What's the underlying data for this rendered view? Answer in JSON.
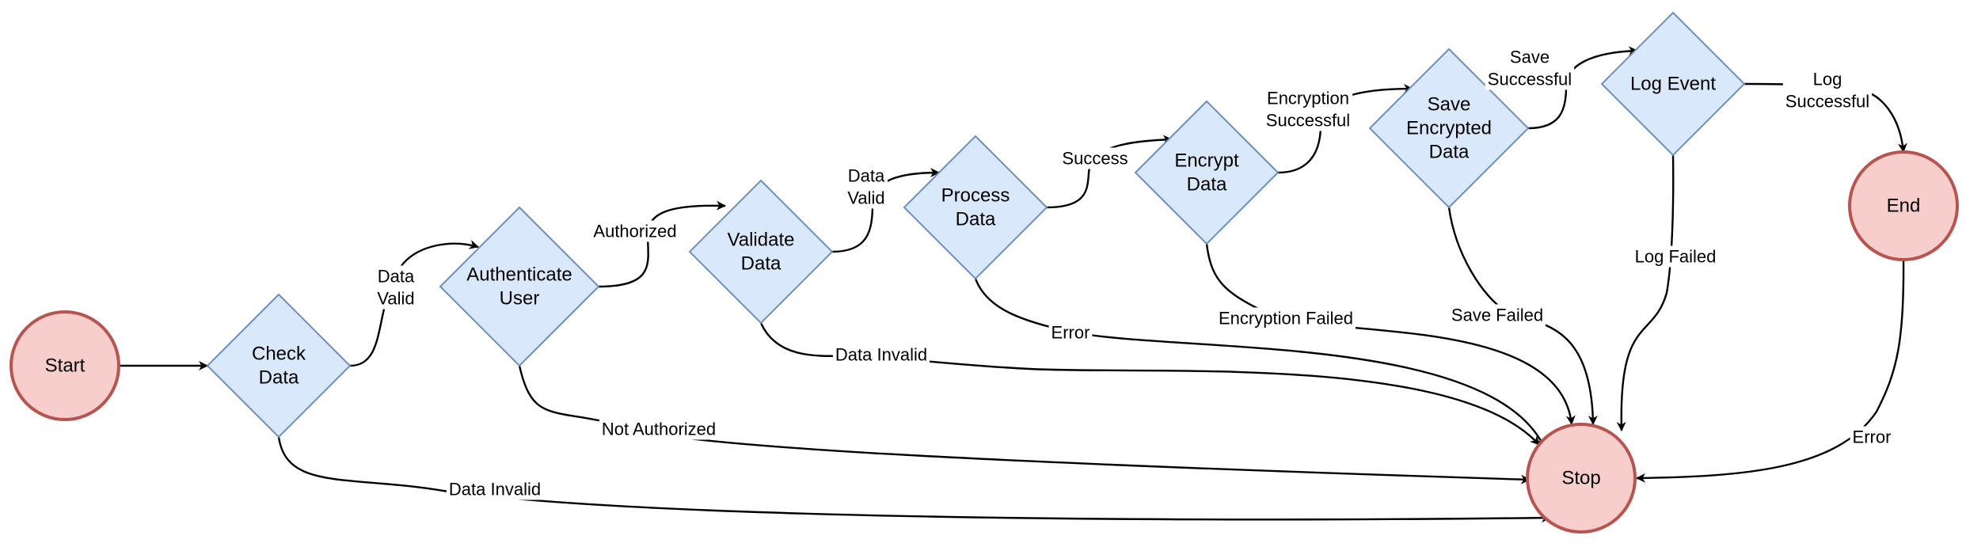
{
  "colors": {
    "terminal_fill": "#f8cecc",
    "terminal_stroke": "#b85450",
    "decision_fill": "#dae8fc",
    "decision_stroke": "#6c8ebf",
    "edge": "#000000"
  },
  "nodes": {
    "start": {
      "label": [
        "Start"
      ],
      "shape": "circle"
    },
    "check_data": {
      "label": [
        "Check",
        "Data"
      ],
      "shape": "diamond"
    },
    "authenticate_user": {
      "label": [
        "Authenticate",
        "User"
      ],
      "shape": "diamond"
    },
    "validate_data": {
      "label": [
        "Validate",
        "Data"
      ],
      "shape": "diamond"
    },
    "process_data": {
      "label": [
        "Process",
        "Data"
      ],
      "shape": "diamond"
    },
    "encrypt_data": {
      "label": [
        "Encrypt",
        "Data"
      ],
      "shape": "diamond"
    },
    "save_encrypted_data": {
      "label": [
        "Save",
        "Encrypted",
        "Data"
      ],
      "shape": "diamond"
    },
    "log_event": {
      "label": [
        "Log Event"
      ],
      "shape": "diamond"
    },
    "end": {
      "label": [
        "End"
      ],
      "shape": "circle"
    },
    "stop": {
      "label": [
        "Stop"
      ],
      "shape": "circle"
    }
  },
  "edges": [
    {
      "from": "start",
      "to": "check_data",
      "label": []
    },
    {
      "from": "check_data",
      "to": "authenticate_user",
      "label": [
        "Data",
        "Valid"
      ]
    },
    {
      "from": "authenticate_user",
      "to": "validate_data",
      "label": [
        "Authorized"
      ]
    },
    {
      "from": "validate_data",
      "to": "process_data",
      "label": [
        "Data",
        "Valid"
      ]
    },
    {
      "from": "process_data",
      "to": "encrypt_data",
      "label": [
        "Success"
      ]
    },
    {
      "from": "encrypt_data",
      "to": "save_encrypted_data",
      "label": [
        "Encryption",
        "Successful"
      ]
    },
    {
      "from": "save_encrypted_data",
      "to": "log_event",
      "label": [
        "Save",
        "Successful"
      ]
    },
    {
      "from": "log_event",
      "to": "end",
      "label": [
        "Log",
        "Successful"
      ]
    },
    {
      "from": "check_data",
      "to": "stop",
      "label": [
        "Data Invalid"
      ]
    },
    {
      "from": "authenticate_user",
      "to": "stop",
      "label": [
        "Not Authorized"
      ]
    },
    {
      "from": "validate_data",
      "to": "stop",
      "label": [
        "Data Invalid"
      ]
    },
    {
      "from": "process_data",
      "to": "stop",
      "label": [
        "Error"
      ]
    },
    {
      "from": "encrypt_data",
      "to": "stop",
      "label": [
        "Encryption Failed"
      ]
    },
    {
      "from": "save_encrypted_data",
      "to": "stop",
      "label": [
        "Save Failed"
      ]
    },
    {
      "from": "log_event",
      "to": "stop",
      "label": [
        "Log Failed"
      ]
    },
    {
      "from": "end",
      "to": "stop",
      "label": [
        "Error"
      ]
    }
  ]
}
